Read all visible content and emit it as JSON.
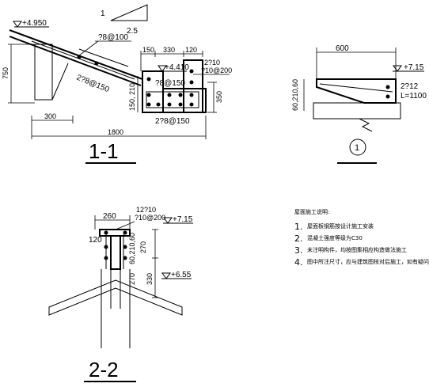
{
  "section_1_1": {
    "title": "1-1",
    "levels": {
      "top": "+4.950",
      "mid": "+4.410"
    },
    "slope": {
      "rise": "1",
      "run": "2.5"
    },
    "rebars": {
      "top_bar": "?8@100",
      "diag_bar": "2?8@150",
      "beam_top": "2?10",
      "beam_stir": "?10@200",
      "inner": "?8@150",
      "bottom": "2?8@150"
    },
    "dims": {
      "height": "750",
      "w150": "150",
      "w330": "330",
      "w120": "120",
      "h210": "150, 210",
      "h150": "150",
      "h350": "350",
      "base": "300",
      "total": "1800"
    }
  },
  "section_circle": {
    "mark": "1",
    "dims": {
      "width": "600",
      "level": "+7.15",
      "heights": "60,210,60",
      "rebar": "2?12",
      "length": "L=1100"
    }
  },
  "section_2_2": {
    "title": "2-2",
    "dims": {
      "w260": "260",
      "rebar_top": "12?10",
      "stirrup": "?10@200",
      "level_top": "+7.15",
      "w120": "120",
      "h270a": "270",
      "h60": "60,210,60",
      "h270b": "270",
      "h330": "330",
      "level_bot": "+6.55"
    }
  },
  "notes": {
    "title": "屋面施工说明:",
    "items": [
      {
        "num": "1.",
        "text": "屋面板钢筋按设计施工安装"
      },
      {
        "num": "2.",
        "text": "混凝土强度等级为C30"
      },
      {
        "num": "3.",
        "text": "未注明构件，均按图集相应构造做法施工"
      },
      {
        "num": "4.",
        "text": "图中所注尺寸，应与建筑图核对后施工，如有疑问及时联系"
      }
    ]
  },
  "colors": {
    "ink": "#000000",
    "paper": "#ffffff"
  }
}
